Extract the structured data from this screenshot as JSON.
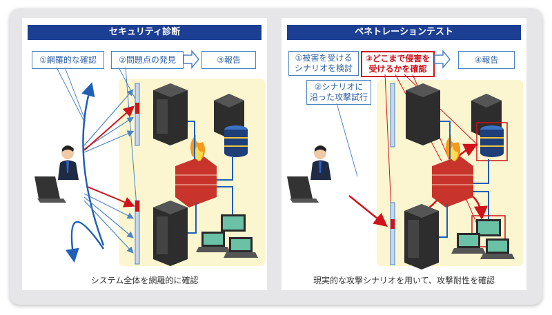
{
  "panels": [
    {
      "title": "セキュリティ診断",
      "steps": [
        "①網羅的な確認",
        "②問題点の発見",
        "③報告"
      ],
      "caption": "システム全体を網羅的に確認"
    },
    {
      "title": "ペネトレーションテスト",
      "steps": [
        "①被害を受ける\nシナリオを検討",
        "③どこまで侵害を\n受けるかを確認",
        "④報告"
      ],
      "step2_callout": "②シナリオに\n沿った攻撃試行",
      "caption": "現実的な攻撃シナリオを用いて、攻撃耐性を確認"
    }
  ],
  "colors": {
    "title_bar": "#1c3f94",
    "box_border": "#4a84c4",
    "highlight": "#d0121b",
    "zone_bg": "#fbf6cf",
    "arrow_blue": "#1f5fb8"
  },
  "icons": [
    "user-icon",
    "laptop-icon",
    "server-rack-icon",
    "database-icon",
    "firewall-icon",
    "monitor-icon",
    "flame-icon"
  ]
}
